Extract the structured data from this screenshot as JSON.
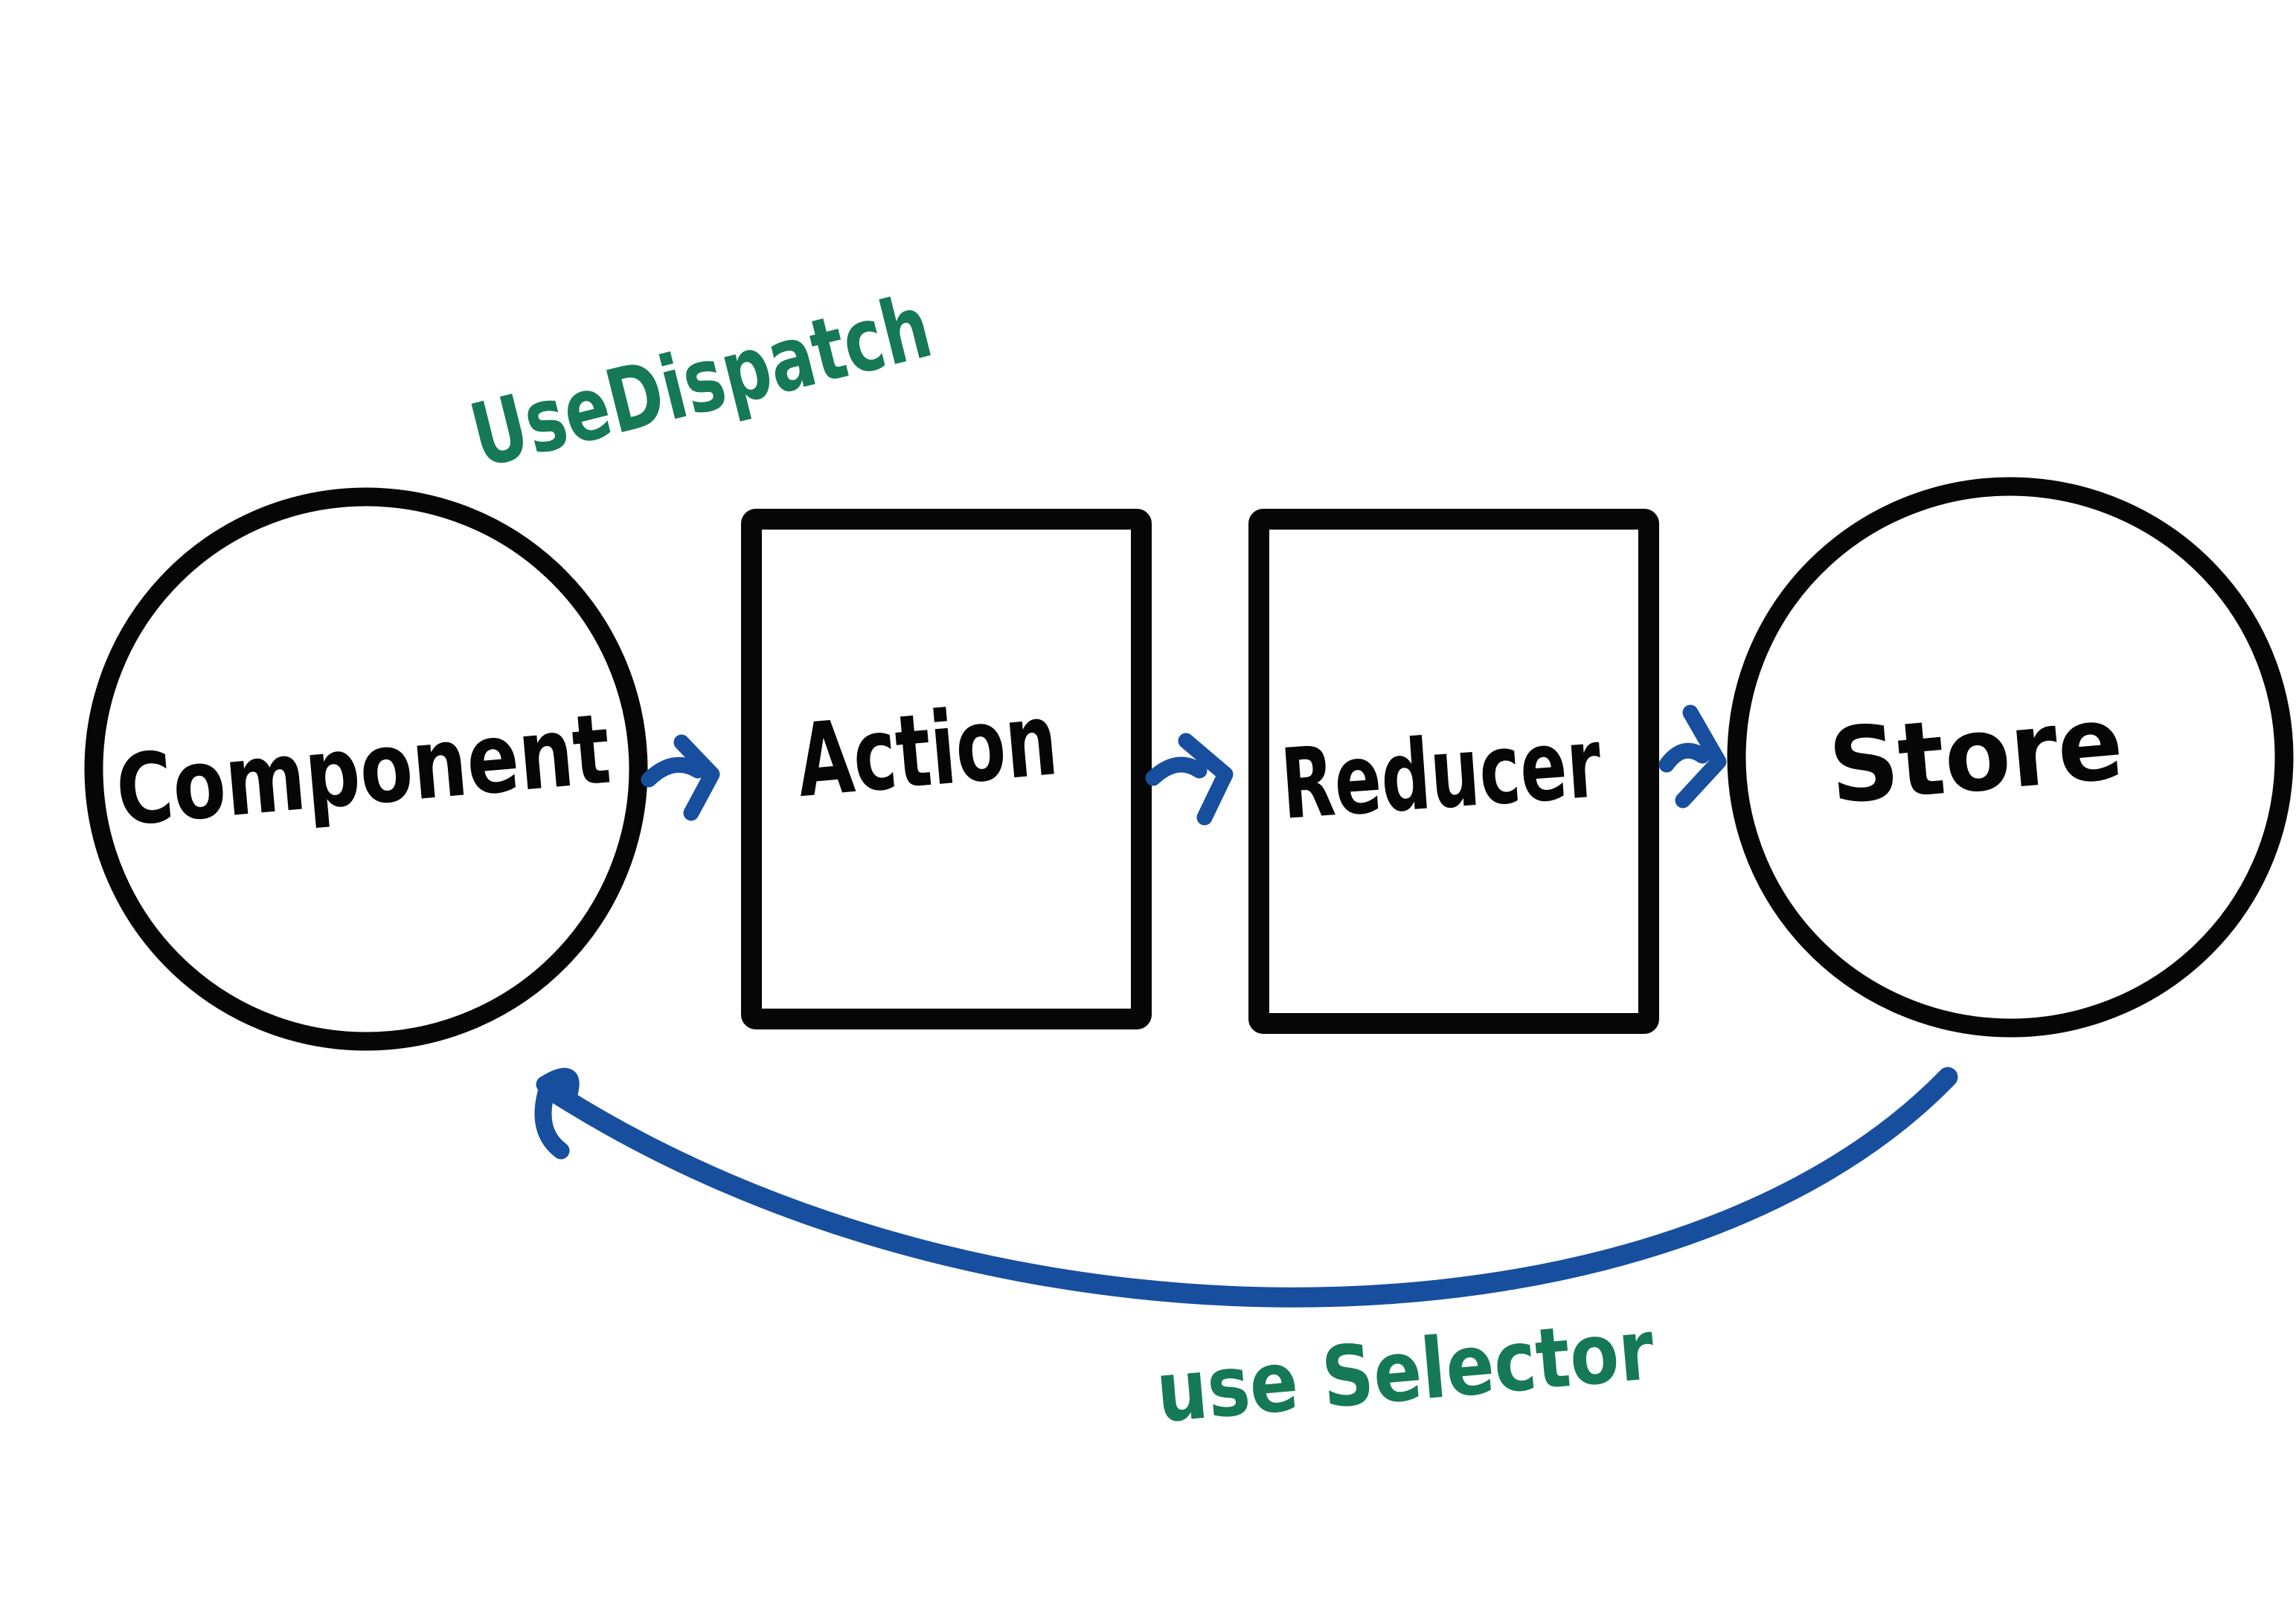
{
  "diagram": {
    "type": "flow-diagram",
    "subject": "redux-data-flow",
    "colors": {
      "background": "#ffffff",
      "ink": "#060606",
      "arrow_blue": "#174f9e",
      "annotation_green": "#157955"
    },
    "nodes": [
      {
        "id": "component",
        "shape": "circle",
        "label": "Component"
      },
      {
        "id": "action",
        "shape": "rect",
        "label": "Action"
      },
      {
        "id": "reducer",
        "shape": "rect",
        "label": "Reducer"
      },
      {
        "id": "store",
        "shape": "circle",
        "label": "Store"
      }
    ],
    "edges": [
      {
        "from": "component",
        "to": "action",
        "label": "UseDispatch",
        "annotation_color": "green",
        "arrow_color": "blue",
        "position": "above"
      },
      {
        "from": "action",
        "to": "reducer",
        "label": "",
        "arrow_color": "blue"
      },
      {
        "from": "reducer",
        "to": "store",
        "label": "",
        "arrow_color": "blue"
      },
      {
        "from": "store",
        "to": "component",
        "label": "use Selector",
        "annotation_color": "green",
        "arrow_color": "blue",
        "position": "below"
      }
    ]
  }
}
